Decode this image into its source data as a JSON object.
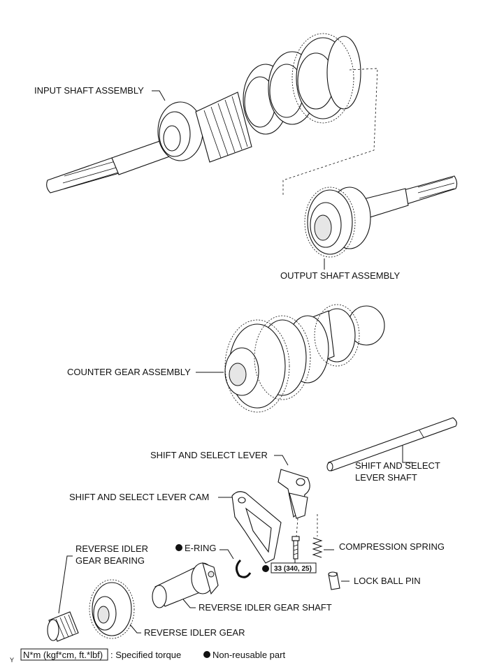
{
  "labels": {
    "input_shaft": "INPUT SHAFT ASSEMBLY",
    "output_shaft": "OUTPUT SHAFT ASSEMBLY",
    "counter_gear": "COUNTER GEAR ASSEMBLY",
    "shift_select_lever": "SHIFT AND SELECT LEVER",
    "shift_select_lever_shaft_1": "SHIFT AND SELECT",
    "shift_select_lever_shaft_2": "LEVER SHAFT",
    "shift_select_lever_cam": "SHIFT AND SELECT LEVER CAM",
    "e_ring": "E-RING",
    "compression_spring": "COMPRESSION SPRING",
    "torque_value": "33 (340, 25)",
    "lock_ball_pin": "LOCK BALL PIN",
    "reverse_idler_bearing_1": "REVERSE IDLER",
    "reverse_idler_bearing_2": "GEAR BEARING",
    "reverse_idler_gear_shaft": "REVERSE IDLER GEAR SHAFT",
    "reverse_idler_gear": "REVERSE IDLER GEAR"
  },
  "legend": {
    "torque_unit": "N*m (kgf*cm, ft.*lbf)",
    "torque_desc": ": Specified torque",
    "non_reusable": "Non-reusable part"
  },
  "corner_mark": "Y"
}
